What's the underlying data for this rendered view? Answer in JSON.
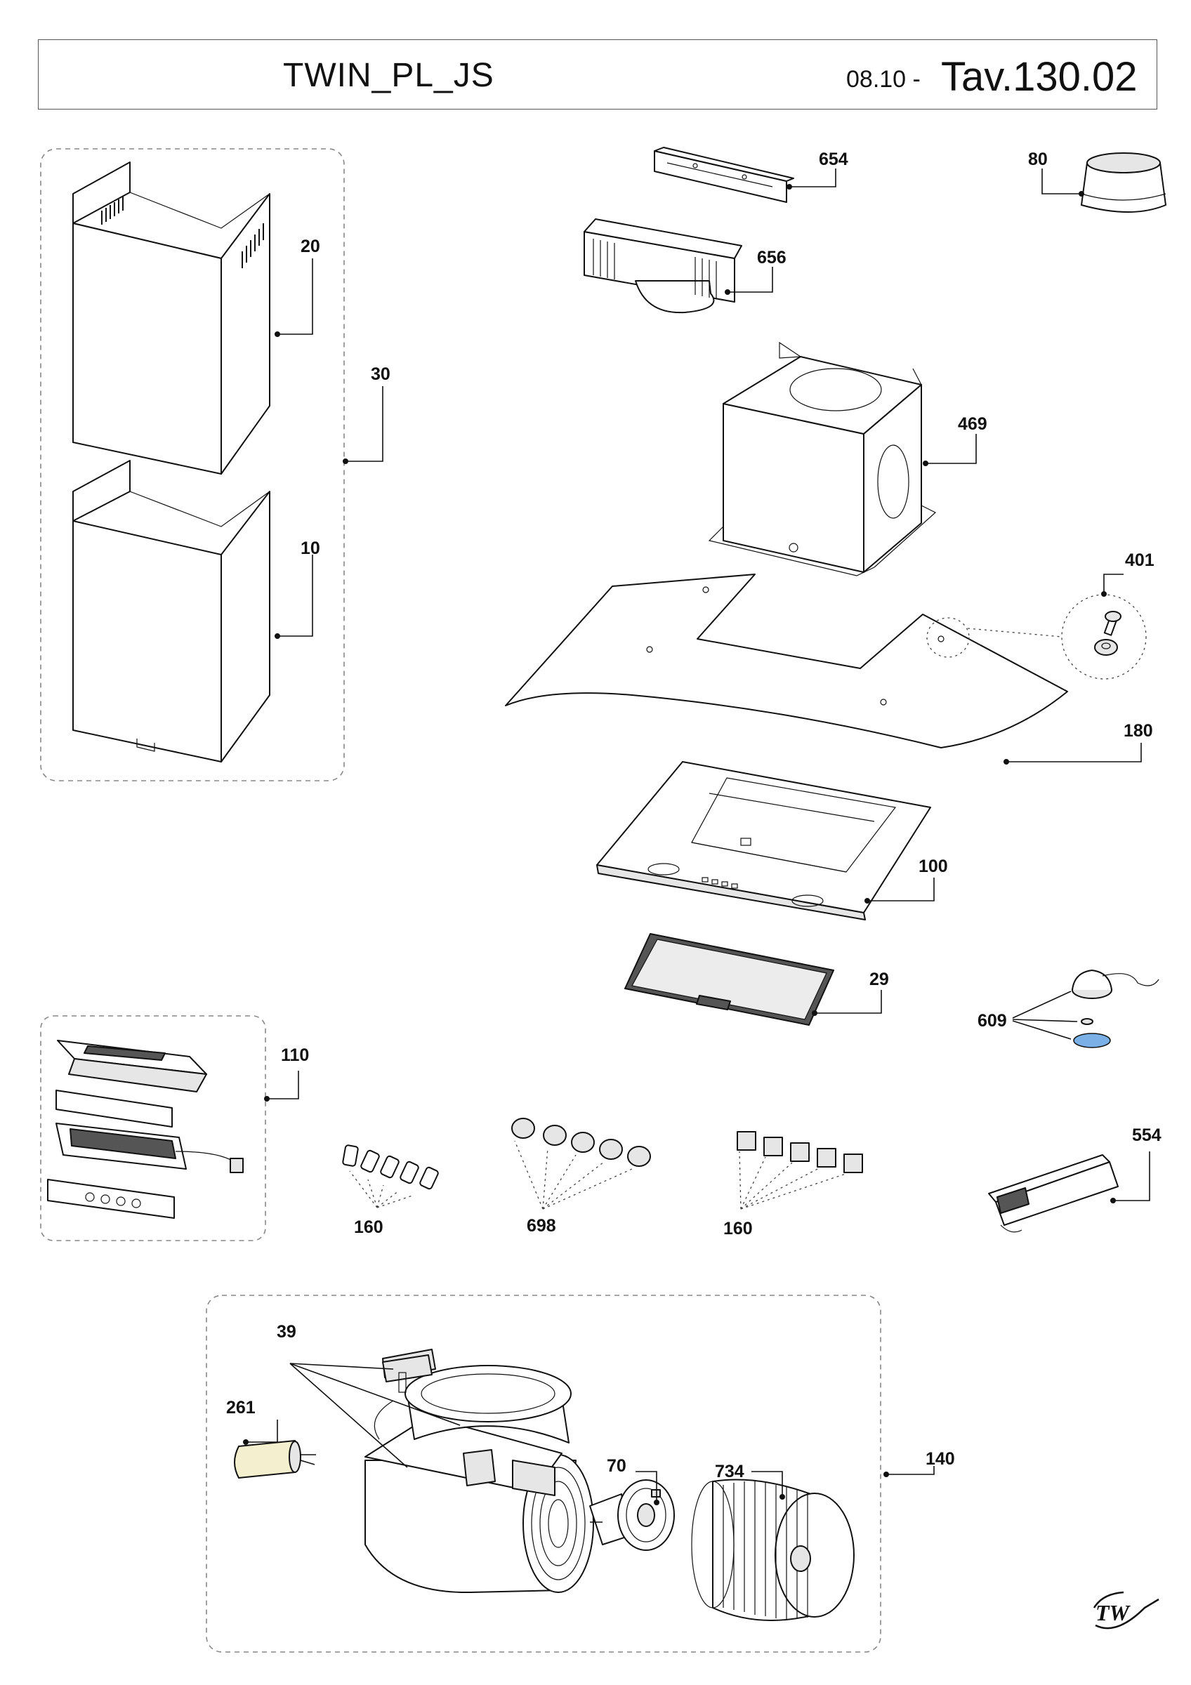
{
  "header": {
    "model": "TWIN_PL_JS",
    "date": "08.10 -",
    "table": "Tav.130.02"
  },
  "parts": {
    "p654": "654",
    "p80": "80",
    "p656": "656",
    "p20": "20",
    "p30": "30",
    "p469": "469",
    "p10": "10",
    "p401": "401",
    "p180": "180",
    "p100": "100",
    "p29": "29",
    "p609": "609",
    "p110": "110",
    "p554": "554",
    "p160a": "160",
    "p698": "698",
    "p160b": "160",
    "p39": "39",
    "p261": "261",
    "p70": "70",
    "p734": "734",
    "p140": "140"
  },
  "logo": {
    "text": "TW"
  }
}
